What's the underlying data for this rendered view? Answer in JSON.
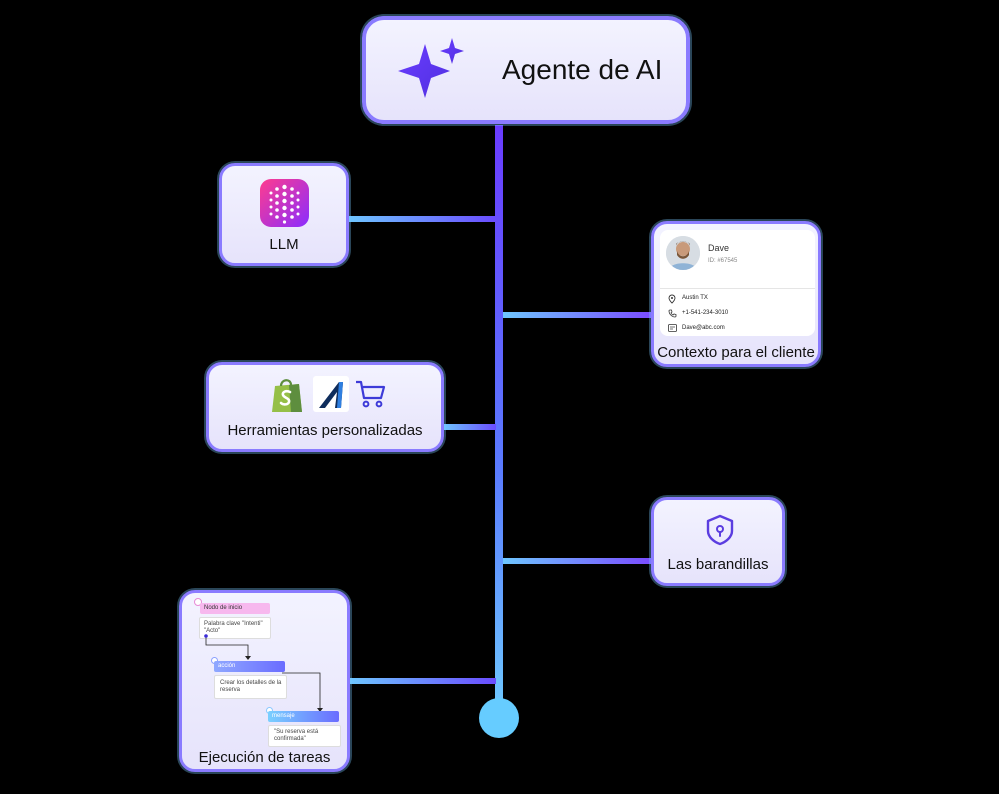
{
  "root": {
    "title": "Agente de AI",
    "icon": "sparkles-icon"
  },
  "llm": {
    "label": "LLM",
    "icon": "llm-app-icon"
  },
  "tools": {
    "label": "Herramientas personalizadas",
    "icons": [
      "shopify-bag-icon",
      "arrow-logo-icon",
      "shopping-cart-icon"
    ]
  },
  "tasks": {
    "label": "Ejecución de tareas",
    "nodes": [
      {
        "header": "Nodo de inicio",
        "body": "Palabra clave \"Intenti\" \"Acto\""
      },
      {
        "header": "acción",
        "body": "Crear los detalles de la reserva"
      },
      {
        "header": "mensaje",
        "body": "\"Su reserva está confirmada\""
      }
    ]
  },
  "context": {
    "label": "Contexto para el cliente",
    "name": "Dave",
    "id": "ID: #67545",
    "location": "Austin TX",
    "phone": "+1-541-234-3010",
    "email": "Dave@abc.com"
  },
  "guardrails": {
    "label": "Las barandillas",
    "icon": "shield-lock-icon"
  },
  "colors": {
    "card_border": "#8a7bff",
    "spine_top": "#6a4cff",
    "spine_bottom": "#6ec6ff",
    "branch_left": "#7fb8ff",
    "branch_right": "#7a5cff",
    "terminal_dot": "#66ccff"
  }
}
